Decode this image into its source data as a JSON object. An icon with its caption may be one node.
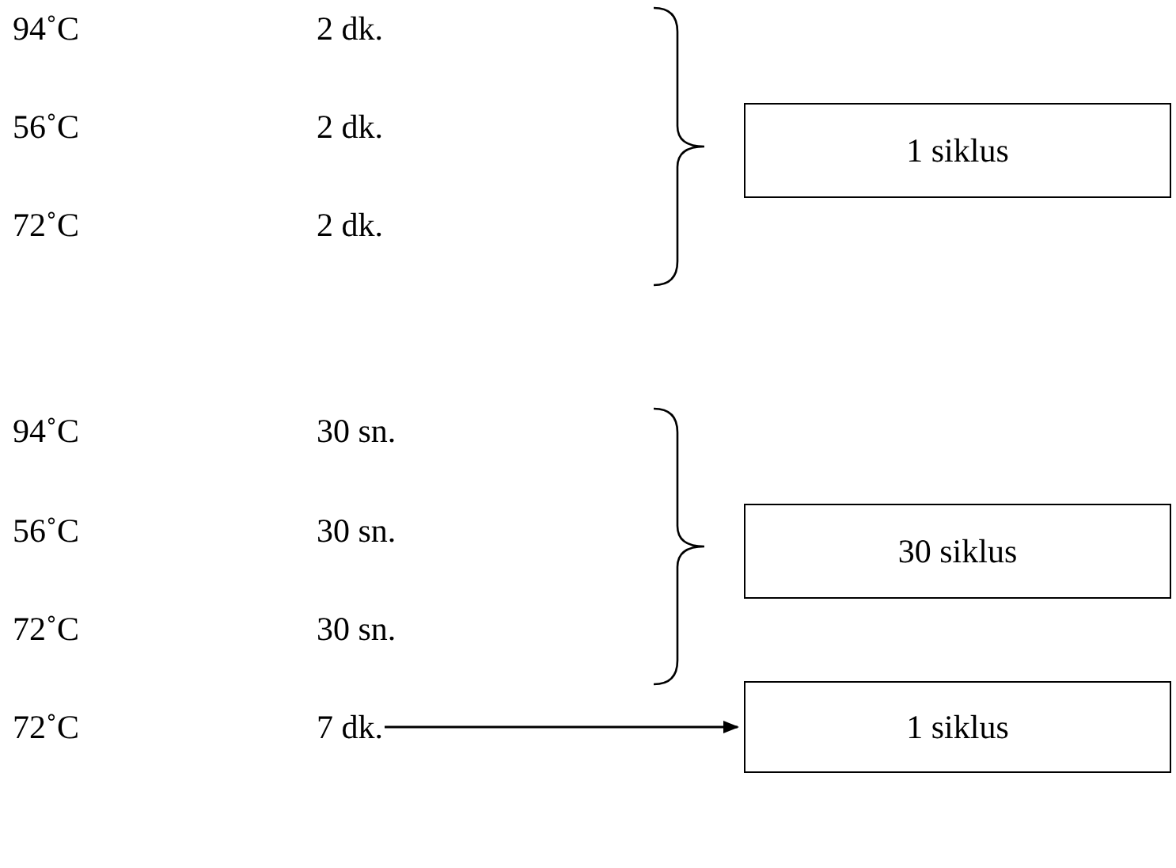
{
  "diagram": {
    "nodes": [
      {
        "text": [
          "1 siklus"
        ]
      },
      {
        "text": [
          "30 siklus"
        ]
      },
      {
        "text": [
          "1 siklus"
        ]
      },
      {
        "text": [
          "7 dk."
        ]
      }
    ],
    "edges": [
      {
        "from": 3,
        "to": 2,
        "arrow": "to"
      }
    ],
    "labels": [
      "94˚C",
      "2 dk.",
      "56˚C",
      "2 dk.",
      "72˚C",
      "2 dk.",
      "94˚C",
      "30 sn.",
      "56˚C",
      "30 sn.",
      "72˚C",
      "30 sn.",
      "72˚C"
    ]
  }
}
